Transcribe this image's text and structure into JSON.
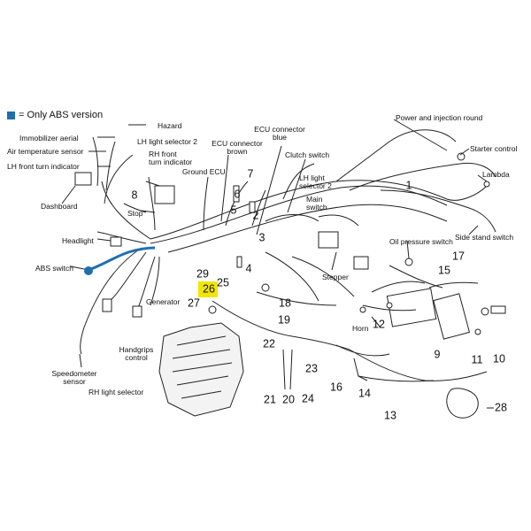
{
  "legend": {
    "text": "= Only ABS version",
    "color": "#1f6fb0"
  },
  "highlight": {
    "number": "26",
    "color": "#f2e600"
  },
  "labels": {
    "hazard": "Hazard",
    "immobilizer": "Immobilizer aerial",
    "air_temp": "Air temperature sensor",
    "lh_front_turn": "LH front turn indicator",
    "lh_light_sel2": "LH light selector 2",
    "rh_front_turn_1": "RH front",
    "rh_front_turn_2": "turn indicator",
    "ecu_brown_1": "ECU connector",
    "ecu_brown_2": "brown",
    "ecu_blue_1": "ECU connector",
    "ecu_blue_2": "blue",
    "clutch": "Clutch switch",
    "ground_ecu": "Ground ECU",
    "lh_light_sel2b_1": "LH light",
    "lh_light_sel2b_2": "selector 2",
    "main_switch_1": "Main",
    "main_switch_2": "switch",
    "dashboard": "Dashboard",
    "stop": "Stop",
    "headlight": "Headlight",
    "abs_switch": "ABS switch",
    "generator": "Generator",
    "handgrips_1": "Handgrips",
    "handgrips_2": "control",
    "speedo_1": "Speedometer",
    "speedo_2": "sensor",
    "rh_light_sel": "RH light selector",
    "stepper": "Stepper",
    "horn": "Horn",
    "oil_pressure": "Oil pressure switch",
    "power_injection": "Power and injection round",
    "starter_control": "Starter control",
    "lambda": "Lambda",
    "side_stand": "Side stand switch"
  },
  "numbers": [
    "1",
    "2",
    "3",
    "4",
    "5",
    "6",
    "7",
    "8",
    "9",
    "10",
    "11",
    "12",
    "13",
    "14",
    "15",
    "16",
    "17",
    "18",
    "19",
    "20",
    "21",
    "22",
    "23",
    "24",
    "25",
    "26",
    "27",
    "28",
    "29"
  ]
}
